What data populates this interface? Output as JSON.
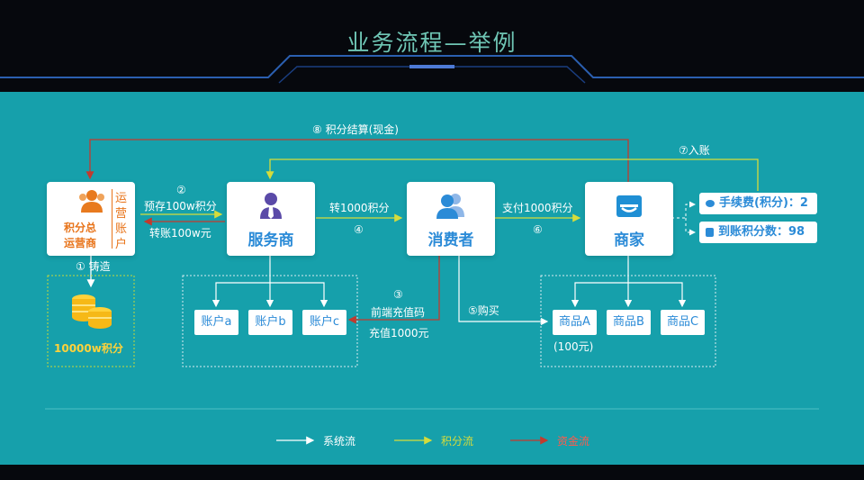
{
  "title": "业务流程—举例",
  "nodes": {
    "operator": {
      "line1": "积分总",
      "line2": "运营商",
      "side1": "运营",
      "side2": "账户"
    },
    "service": {
      "name": "服务商"
    },
    "consumer": {
      "name": "消费者"
    },
    "merchant": {
      "name": "商家"
    }
  },
  "pool": {
    "label": "10000w积分"
  },
  "accounts": [
    "账户a",
    "账户b",
    "账户c"
  ],
  "products": [
    "商品A",
    "商品B",
    "商品C"
  ],
  "product_price": "(100元)",
  "results": {
    "fee": "手续费(积分)：2",
    "received": "到账积分数：98"
  },
  "flows": {
    "settle": "⑧ 积分结算(现金)",
    "deposit": "⑦入账",
    "mint": "①  铸造",
    "prestore_num": "②",
    "prestore": "预存100w积分",
    "transfer_back": "转账100w元",
    "transfer": "转1000积分",
    "transfer_num": "④",
    "pay": "支付1000积分",
    "pay_num": "⑥",
    "recharge_num": "③",
    "recharge_code": "前端充值码",
    "recharge_amount": "充值1000元",
    "buy": "⑤购买"
  },
  "legend": [
    {
      "label": "系统流",
      "color": "#ffffff"
    },
    {
      "label": "积分流",
      "color": "#d6dc3b"
    },
    {
      "label": "资金流",
      "color": "#c23a2e"
    }
  ]
}
